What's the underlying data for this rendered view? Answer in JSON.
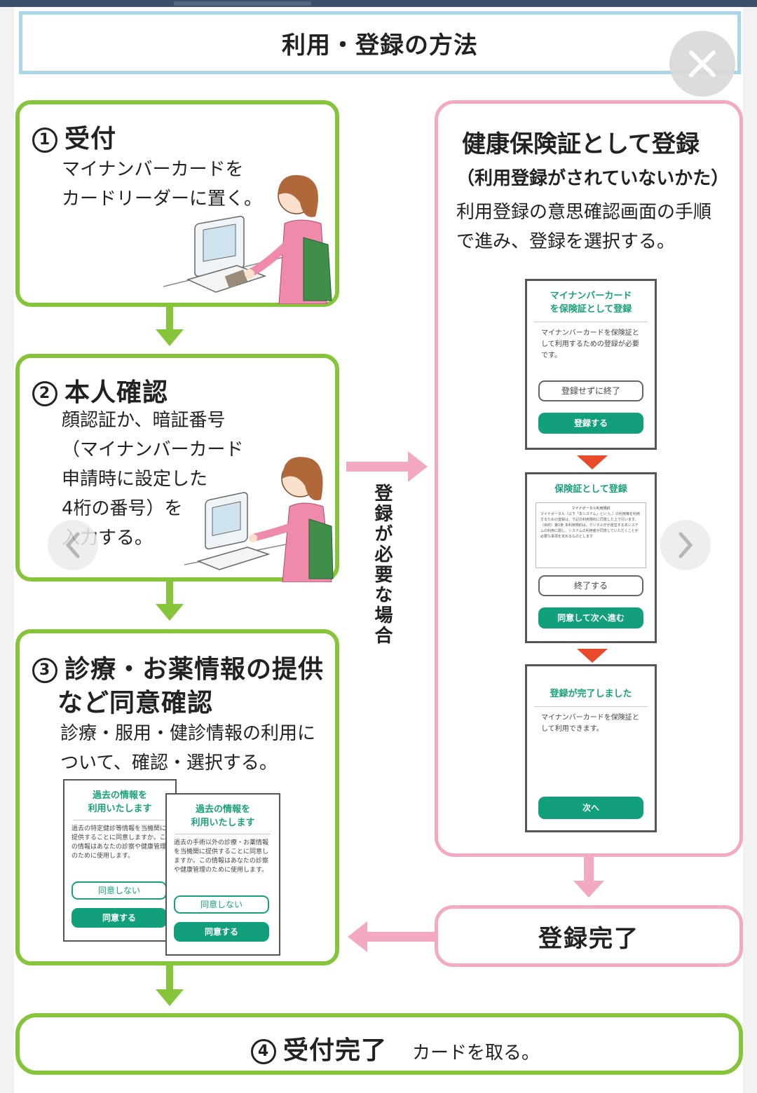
{
  "header": {
    "title": "利用・登録の方法"
  },
  "steps": {
    "s1": {
      "num": "1",
      "title": "受付",
      "text1": "マイナンバーカードを",
      "text2": "カードリーダーに置く。"
    },
    "s2": {
      "num": "2",
      "title": "本人確認",
      "lines": [
        "顔認証か、暗証番号",
        "（マイナンバーカード",
        "申請時に設定した",
        "4桁の番号）を",
        "入力する。"
      ]
    },
    "s3": {
      "num": "3",
      "title1": "診療・お薬情報の提供",
      "title2": "など同意確認",
      "text1": "診療・服用・健診情報の利用に",
      "text2": "ついて、確認・選択する。",
      "card1": {
        "title1": "過去の情報を",
        "title2": "利用いたします",
        "text": "過去の特定健診等情報を当機関に提供することに同意しますか。この情報はあなたの診察や健康管理のために使用します。",
        "btn_no": "同意しない",
        "btn_yes": "同意する"
      },
      "card2": {
        "title1": "過去の情報を",
        "title2": "利用いたします",
        "text": "過去の手術以外の診療・お薬情報を当機関に提供することに同意しますか。この情報はあなたの診察や健康管理のために使用します。",
        "btn_no": "同意しない",
        "btn_yes": "同意する"
      }
    },
    "s4": {
      "num": "4",
      "title": "受付完了",
      "text": "カードを取る。"
    }
  },
  "registration": {
    "title": "健康保険証として登録",
    "subtitle": "（利用登録がされていないかた）",
    "text1": "利用登録の意思確認画面の手順",
    "text2": "で進み、登録を選択する。",
    "side_label": "登録が必要な場合",
    "screen1": {
      "title1": "マイナンバーカード",
      "title2": "を保険証として登録",
      "text": "マイナンバーカードを保険証として利用するための登録が必要です。",
      "btn_skip": "登録せずに終了",
      "btn_register": "登録する"
    },
    "screen2": {
      "title": "保険証として登録",
      "doc_heading": "マイナポータル利用規約",
      "doc_text": "マイナポータル（以下「本システム」という。）の利用等を利用するための登録は、下記の利用規約に同意した上で行います。 （目的）第1条 本利用規約は、デジタル庁が運営する本システムの利用に関し、システムの利用者が同意していただくことが必要な事項を定めるものとします",
      "btn_end": "終了する",
      "btn_agree": "同意して次へ進む"
    },
    "screen3": {
      "title": "登録が完了しました",
      "text": "マイナンバーカードを保険証として利用できます。",
      "btn_next": "次へ"
    },
    "complete": "登録完了"
  },
  "colors": {
    "green": "#86c43a",
    "pink": "#f2a9c1",
    "blue": "#a9d6e8",
    "teal": "#11a07b",
    "red": "#e84a2a"
  },
  "icons": [
    "close-icon",
    "chevron-left-icon",
    "chevron-right-icon"
  ]
}
